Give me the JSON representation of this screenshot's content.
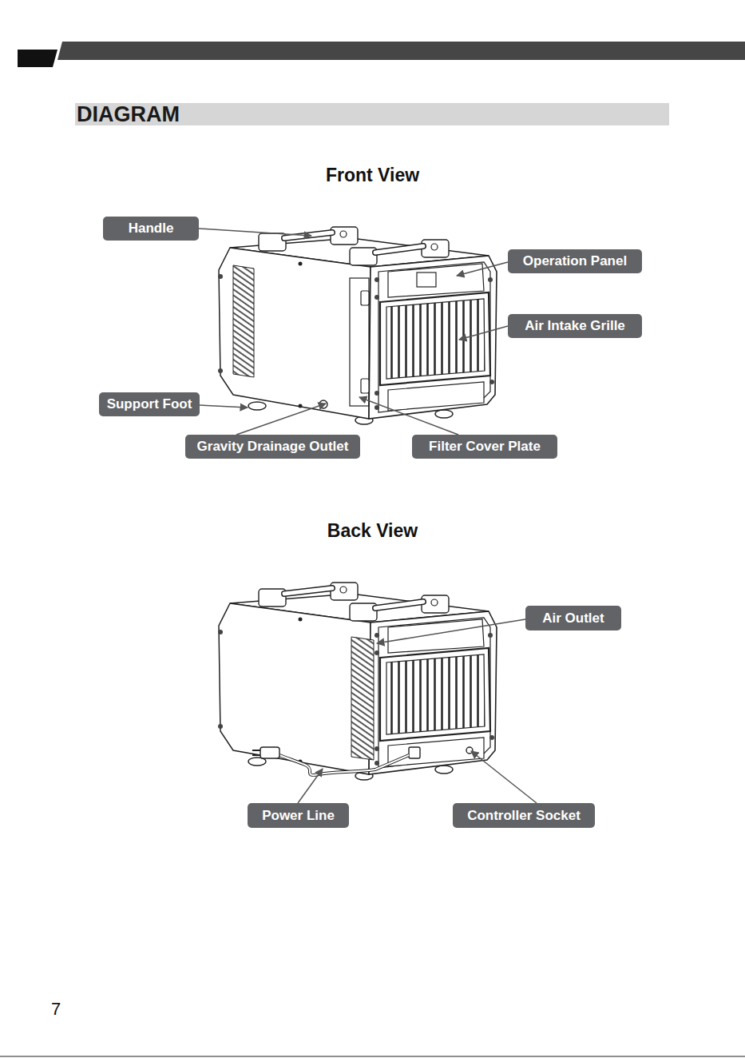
{
  "diagram": {
    "title": "DIAGRAM",
    "nodes": [
      {
        "text": [
          "Handle"
        ]
      },
      {
        "text": [
          "Operation Panel"
        ]
      },
      {
        "text": [
          "Air Intake Grille"
        ]
      },
      {
        "text": [
          "Support Foot"
        ]
      },
      {
        "text": [
          "Gravity Drainage Outlet"
        ]
      },
      {
        "text": [
          "Filter Cover Plate"
        ]
      },
      {
        "text": [
          "Air Outlet"
        ]
      },
      {
        "text": [
          "Power Line"
        ]
      },
      {
        "text": [
          "Controller Socket"
        ]
      }
    ],
    "labels": [
      "Front View",
      "Back View",
      "7"
    ]
  }
}
